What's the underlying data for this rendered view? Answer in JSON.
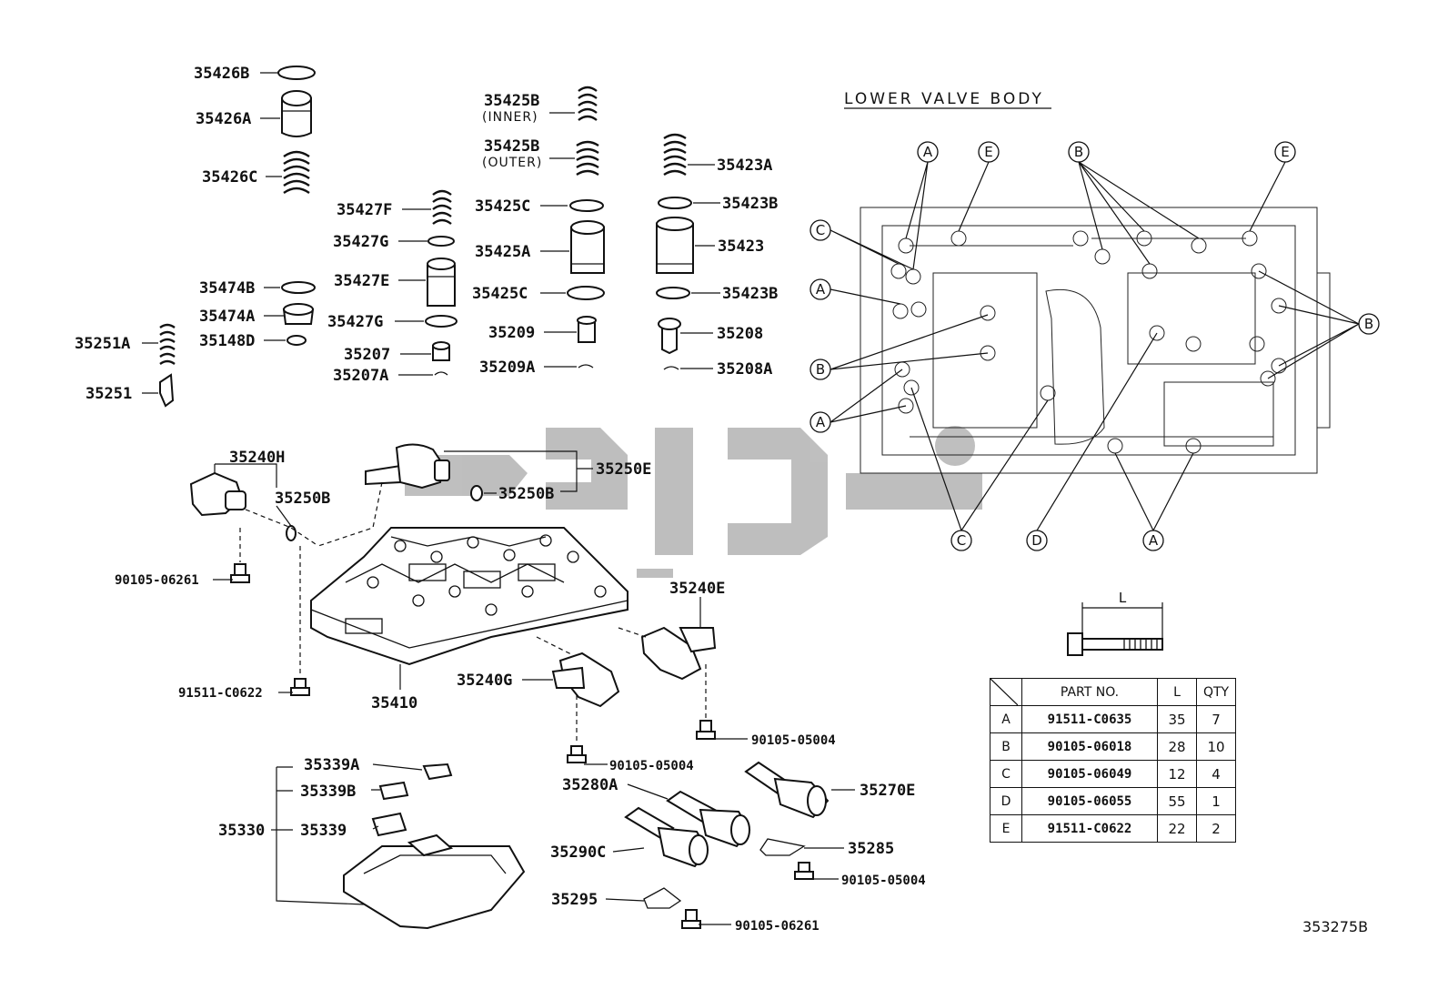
{
  "section_title": "LOWER VALVE BODY",
  "figure_number": "353275B",
  "callouts": {
    "p35426B": "35426B",
    "p35426A": "35426A",
    "p35426C": "35426C",
    "p35427F": "35427F",
    "p35427G_top": "35427G",
    "p35474B": "35474B",
    "p35427E": "35427E",
    "p35474A": "35474A",
    "p35427G_bottom": "35427G",
    "p35148D": "35148D",
    "p35251A": "35251A",
    "p35207": "35207",
    "p35207A": "35207A",
    "p35251": "35251",
    "p35425B_inner": "35425B",
    "p35425B_inner_note": "(INNER)",
    "p35425B_outer": "35425B",
    "p35425B_outer_note": "(OUTER)",
    "p35425C_top": "35425C",
    "p35425A": "35425A",
    "p35425C_bottom": "35425C",
    "p35209": "35209",
    "p35209A": "35209A",
    "p35423A": "35423A",
    "p35423B_top": "35423B",
    "p35423": "35423",
    "p35423B_bottom": "35423B",
    "p35208": "35208",
    "p35208A": "35208A",
    "p35240H": "35240H",
    "p35250B_left": "35250B",
    "p35250E": "35250E",
    "p35250B_right": "35250B",
    "p90105_06261_top": "90105-06261",
    "p35240E": "35240E",
    "p35240G": "35240G",
    "p91511_C0622": "91511-C0622",
    "p35410": "35410",
    "p90105_05004_right": "90105-05004",
    "p90105_05004_mid": "90105-05004",
    "p35339A": "35339A",
    "p35339B": "35339B",
    "p35330": "35330",
    "p35339": "35339",
    "p35280A": "35280A",
    "p35270E": "35270E",
    "p35290C": "35290C",
    "p35285": "35285",
    "p90105_05004_bottom": "90105-05004",
    "p35295": "35295",
    "p90105_06261_bottom": "90105-06261"
  },
  "bolt_keys": {
    "A": "A",
    "B": "B",
    "C": "C",
    "D": "D",
    "E": "E"
  },
  "length_label": "L",
  "bolt_table": {
    "headers": {
      "part_no": "PART NO.",
      "length": "L",
      "qty": "QTY"
    },
    "rows": [
      {
        "key": "A",
        "part_no": "91511-C0635",
        "length": "35",
        "qty": "7"
      },
      {
        "key": "B",
        "part_no": "90105-06018",
        "length": "28",
        "qty": "10"
      },
      {
        "key": "C",
        "part_no": "90105-06049",
        "length": "12",
        "qty": "4"
      },
      {
        "key": "D",
        "part_no": "90105-06055",
        "length": "55",
        "qty": "1"
      },
      {
        "key": "E",
        "part_no": "91511-C0622",
        "length": "22",
        "qty": "2"
      }
    ]
  }
}
